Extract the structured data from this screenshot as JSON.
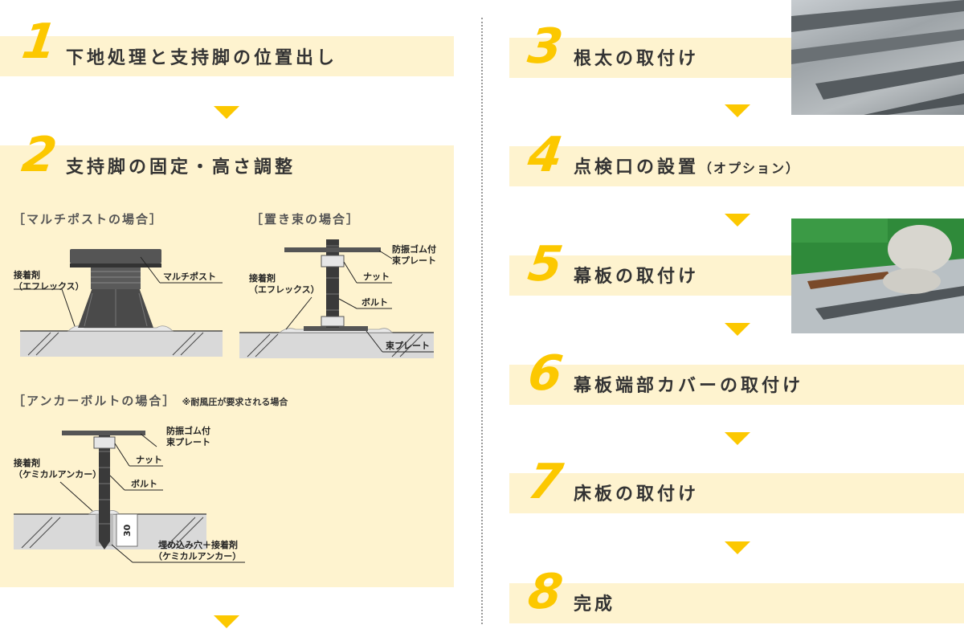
{
  "steps": [
    {
      "num": "1",
      "title": "下地処理と支持脚の位置出し"
    },
    {
      "num": "2",
      "title": "支持脚の固定・高さ調整"
    },
    {
      "num": "3",
      "title": "根太の取付け"
    },
    {
      "num": "4",
      "title": "点検口の設置",
      "sub": "（オプション）"
    },
    {
      "num": "5",
      "title": "幕板の取付け"
    },
    {
      "num": "6",
      "title": "幕板端部カバーの取付け"
    },
    {
      "num": "7",
      "title": "床板の取付け"
    },
    {
      "num": "8",
      "title": "完成"
    }
  ],
  "cases": {
    "multipost": {
      "heading": "［マルチポストの場合］",
      "adhesive_line1": "接着剤",
      "adhesive_line2": "（エフレックス）",
      "post": "マルチポスト"
    },
    "oki": {
      "heading": "［置き束の場合］",
      "rubber_line1": "防振ゴム付",
      "rubber_line2": "束プレート",
      "adhesive_line1": "接着剤",
      "adhesive_line2": "（エフレックス）",
      "nut": "ナット",
      "bolt": "ボルト",
      "base_plate": "束プレート"
    },
    "anchor": {
      "heading": "［アンカーボルトの場合］",
      "note": "※耐風圧が要求される場合",
      "rubber_line1": "防振ゴム付",
      "rubber_line2": "束プレート",
      "adhesive_line1": "接着剤",
      "adhesive_line2": "（ケミカルアンカー）",
      "nut": "ナット",
      "bolt": "ボルト",
      "depth": "30",
      "hole_line1": "埋め込み穴＋接着剤",
      "hole_line2": "（ケミカルアンカー）"
    }
  },
  "colors": {
    "accent": "#fcc800",
    "band": "#fef3cf"
  }
}
